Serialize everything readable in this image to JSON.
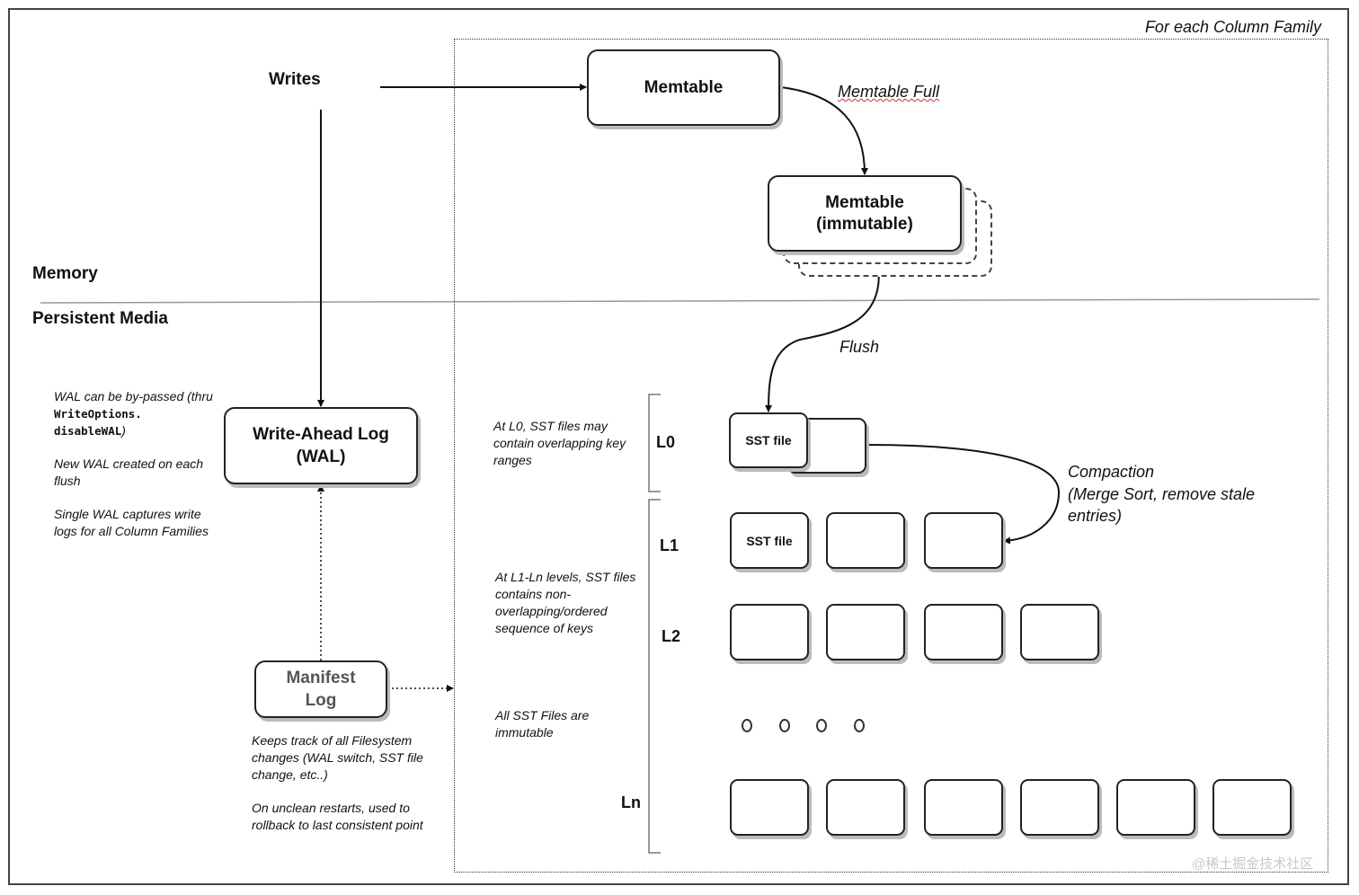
{
  "region_label": "For each Column Family",
  "writes_label": "Writes",
  "memtable": "Memtable",
  "memtable_full": "Memtable Full",
  "immutable_memtable": {
    "line1": "Memtable",
    "line2": "(immutable)"
  },
  "memory_label": "Memory",
  "persistent_label": "Persistent Media",
  "flush_label": "Flush",
  "wal": {
    "line1": "Write-Ahead Log",
    "line2": "(WAL)"
  },
  "wal_notes": {
    "bypass_pre": "WAL can be by-passed (thru ",
    "bypass_code1": "WriteOptions.",
    "bypass_code2": "disableWAL",
    "bypass_post": ")",
    "new_wal": "New WAL created on each flush",
    "single_wal": "Single WAL captures write logs for all Column Families"
  },
  "manifest": {
    "line1": "Manifest",
    "line2": "Log"
  },
  "manifest_notes": {
    "tracks": "Keeps track of all Filesystem changes (WAL switch, SST file change, etc..)",
    "restart": "On unclean restarts, used to rollback to last consistent point"
  },
  "level_notes": {
    "l0": "At L0, SST files may contain overlapping key ranges",
    "l1_ln": "At L1-Ln levels, SST files contains non-overlapping/ordered sequence of keys",
    "immutable": "All SST Files are immutable"
  },
  "levels": {
    "l0": "L0",
    "l1": "L1",
    "l2": "L2",
    "ln": "Ln"
  },
  "sst_label": "SST file",
  "compaction": {
    "line1": "Compaction",
    "line2": "(Merge Sort, remove stale",
    "line3": "entries)"
  },
  "watermark": "@稀土掘金技术社区"
}
